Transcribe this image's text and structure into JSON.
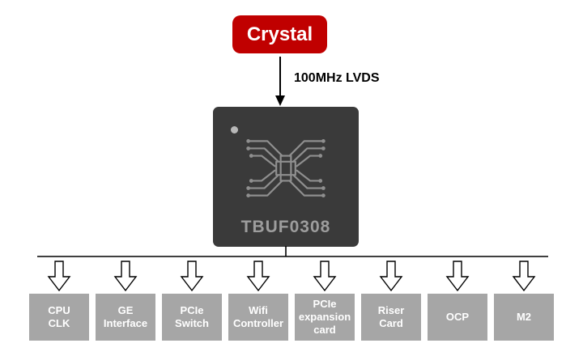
{
  "crystal": {
    "label": "Crystal",
    "color": "#c00000",
    "text_color": "#ffffff"
  },
  "connector": {
    "label": "100MHz LVDS"
  },
  "chip": {
    "label": "TBUF0308",
    "color": "#3a3a3a",
    "text_color": "#9d9d9d"
  },
  "outputs": [
    {
      "label": "CPU\nCLK"
    },
    {
      "label": "GE\nInterface"
    },
    {
      "label": "PCIe\nSwitch"
    },
    {
      "label": "Wifi\nController"
    },
    {
      "label": "PCIe\nexpansion\ncard"
    },
    {
      "label": "Riser\nCard"
    },
    {
      "label": "OCP"
    },
    {
      "label": "M2"
    }
  ],
  "colors": {
    "output_box": "#a6a6a6",
    "output_text": "#ffffff",
    "line": "#000000"
  }
}
